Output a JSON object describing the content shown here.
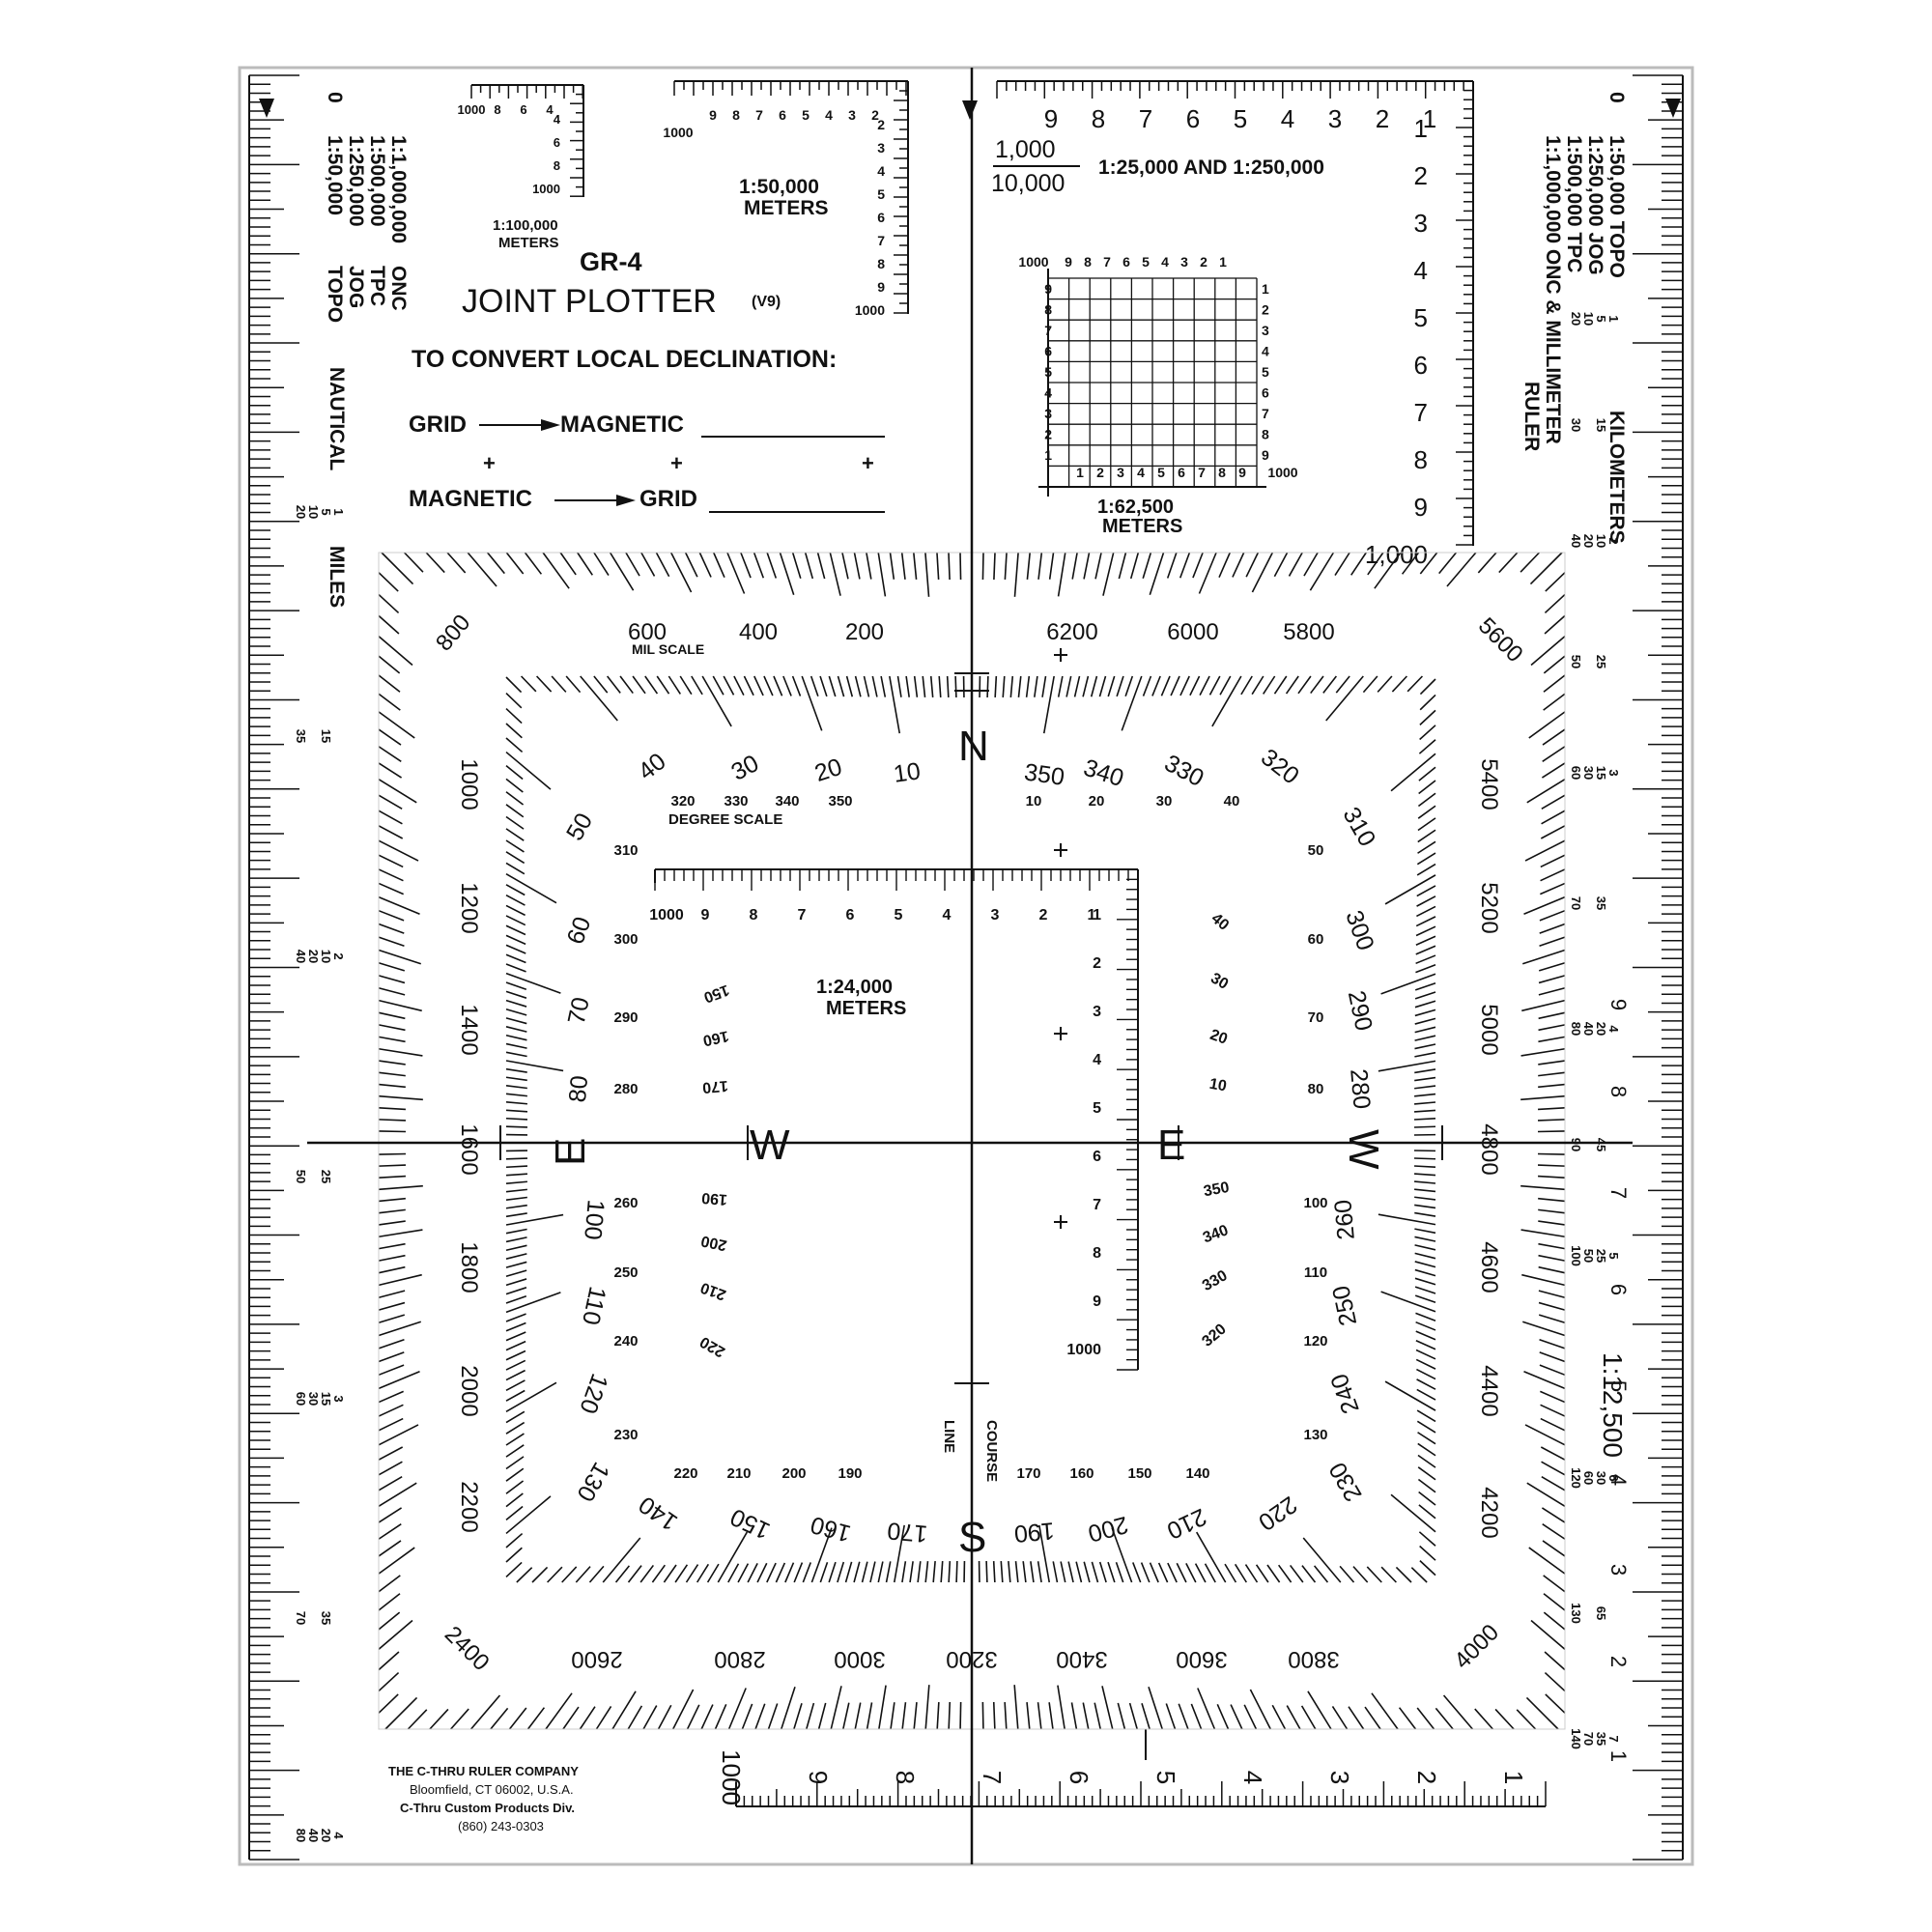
{
  "product": {
    "model": "GR-4",
    "name": "JOINT PLOTTER",
    "version": "(V9)",
    "instruction": "TO CONVERT LOCAL DECLINATION:",
    "grid_to_magnetic": "GRID",
    "magnetic_word": "MAGNETIC",
    "magnetic_to_grid": "MAGNETIC",
    "grid_word": "GRID",
    "plus": "+"
  },
  "maker": {
    "company": "THE C-THRU RULER COMPANY",
    "address": "Bloomfield, CT 06002, U.S.A.",
    "division": "C-Thru Custom Products Div.",
    "phone": "(860) 243-0303"
  },
  "left_edge": {
    "scale_lines": [
      "1:50,000",
      "1:250,000",
      "1:500,000",
      "1:1,000,000"
    ],
    "scale_types": [
      "TOPO",
      "JOG",
      "TPC",
      "ONC"
    ],
    "zero": "0",
    "nautical": "NAUTICAL",
    "miles": "MILES",
    "marks": [
      {
        "a": "1",
        "b": "5",
        "c": "10",
        "d": "20"
      },
      {
        "a": "",
        "b": "15",
        "c": "",
        "d": "35"
      },
      {
        "a": "2",
        "b": "10",
        "c": "20",
        "d": "40"
      },
      {
        "a": "",
        "b": "25",
        "c": "",
        "d": "50"
      },
      {
        "a": "3",
        "b": "15",
        "c": "30",
        "d": "60"
      },
      {
        "a": "",
        "b": "35",
        "c": "",
        "d": "70"
      },
      {
        "a": "4",
        "b": "20",
        "c": "40",
        "d": "80"
      }
    ]
  },
  "right_edge": {
    "scale_lines": [
      "1:50,000 TOPO",
      "1:250,000 JOG",
      "1:500,000 TPC",
      "1:1,000,000 ONC & MILLIMETER"
    ],
    "ruler_word": "RULER",
    "kilometers": "KILOMETERS",
    "zero": "0",
    "scale_12500": "1:12,500",
    "marks": [
      {
        "a": "1",
        "b": "5",
        "c": "10",
        "d": "20"
      },
      {
        "a": "",
        "b": "15",
        "c": "",
        "d": "30"
      },
      {
        "a": "2",
        "b": "10",
        "c": "20",
        "d": "40"
      },
      {
        "a": "",
        "b": "25",
        "c": "",
        "d": "50"
      },
      {
        "a": "3",
        "b": "15",
        "c": "30",
        "d": "60"
      },
      {
        "a": "",
        "b": "35",
        "c": "",
        "d": "70"
      },
      {
        "a": "4",
        "b": "20",
        "c": "40",
        "d": "80"
      },
      {
        "a": "",
        "b": "45",
        "c": "",
        "d": "90"
      },
      {
        "a": "5",
        "b": "25",
        "c": "50",
        "d": "100"
      },
      {
        "a": "6",
        "b": "30",
        "c": "60",
        "d": "120"
      },
      {
        "a": "",
        "b": "65",
        "c": "",
        "d": "130"
      },
      {
        "a": "7",
        "b": "35",
        "c": "70",
        "d": "140"
      }
    ],
    "digits": [
      "9",
      "8",
      "7",
      "6",
      "5",
      "4",
      "3",
      "2",
      "1"
    ]
  },
  "top_left_scales": {
    "s100k_top": [
      "1000",
      "8",
      "6",
      "4"
    ],
    "s100k_side": [
      "4",
      "6",
      "8",
      "1000"
    ],
    "s100k_label": "1:100,000",
    "s100k_unit": "METERS",
    "s50k_top": [
      "1000",
      "9",
      "8",
      "7",
      "6",
      "5",
      "4",
      "3",
      "2"
    ],
    "s50k_side": [
      "2",
      "3",
      "4",
      "5",
      "6",
      "7",
      "8",
      "9",
      "1000"
    ],
    "s50k_label": "1:50,000",
    "s50k_unit": "METERS"
  },
  "top_right_scale": {
    "top_digits": [
      "9",
      "8",
      "7",
      "6",
      "5",
      "4",
      "3",
      "2",
      "1"
    ],
    "side_digits": [
      "1",
      "2",
      "3",
      "4",
      "5",
      "6",
      "7",
      "8",
      "9",
      "1,000"
    ],
    "fraction_top": "1,000",
    "fraction_bottom": "10,000",
    "label": "1:25,000 AND 1:250,000",
    "grid_top": [
      "1000",
      "9",
      "8",
      "7",
      "6",
      "5",
      "4",
      "3",
      "2",
      "1"
    ],
    "grid_bottom": [
      "1",
      "2",
      "3",
      "4",
      "5",
      "6",
      "7",
      "8",
      "9",
      "1000"
    ],
    "grid_left": [
      "9",
      "8",
      "7",
      "6",
      "5",
      "4",
      "3",
      "2",
      "1"
    ],
    "grid_right": [
      "1",
      "2",
      "3",
      "4",
      "5",
      "6",
      "7",
      "8",
      "9"
    ],
    "grid_label": "1:62,500",
    "grid_unit": "METERS"
  },
  "mil_scale": {
    "label": "MIL SCALE",
    "top_left": [
      "800",
      "600",
      "400",
      "200"
    ],
    "top_right": [
      "6200",
      "6000",
      "5800",
      "5600"
    ],
    "left": [
      "1000",
      "1200",
      "1400",
      "1600",
      "1800",
      "2000",
      "2200",
      "2400"
    ],
    "right": [
      "5400",
      "5200",
      "5000",
      "4800",
      "4600",
      "4400",
      "4200",
      "4000"
    ],
    "bottom": [
      "2600",
      "2800",
      "3000",
      "3200",
      "3400",
      "3600",
      "3800"
    ]
  },
  "degree_scale": {
    "label": "DEGREE SCALE",
    "top_large": [
      "40",
      "30",
      "20",
      "10",
      "350",
      "340",
      "330",
      "320"
    ],
    "top_small": [
      "320",
      "330",
      "340",
      "350",
      "10",
      "20",
      "30",
      "40"
    ],
    "left_large": [
      "50",
      "60",
      "70",
      "80",
      "100",
      "110",
      "120",
      "130"
    ],
    "left_small": [
      "310",
      "300",
      "290",
      "280",
      "260",
      "250",
      "240",
      "230"
    ],
    "right_large": [
      "310",
      "300",
      "290",
      "280",
      "260",
      "250",
      "240",
      "230"
    ],
    "right_small": [
      "50",
      "60",
      "70",
      "80",
      "100",
      "110",
      "120",
      "130"
    ],
    "bottom_large": [
      "140",
      "150",
      "160",
      "170",
      "190",
      "200",
      "210",
      "220"
    ],
    "bottom_small": [
      "220",
      "210",
      "200",
      "190",
      "170",
      "160",
      "150",
      "140"
    ],
    "inner_left": [
      "150",
      "160",
      "170",
      "190",
      "200",
      "210",
      "220"
    ],
    "inner_right": [
      "40",
      "30",
      "20",
      "10",
      "350",
      "340",
      "330",
      "320"
    ],
    "course_line": "COURSE",
    "line_word": "LINE"
  },
  "compass": {
    "north": "N",
    "south": "S",
    "east": "E",
    "west": "W"
  },
  "inner_scale": {
    "label": "1:24,000",
    "unit": "METERS",
    "top": [
      "1000",
      "9",
      "8",
      "7",
      "6",
      "5",
      "4",
      "3",
      "2",
      "1"
    ],
    "side": [
      "1",
      "2",
      "3",
      "4",
      "5",
      "6",
      "7",
      "8",
      "9",
      "1000"
    ]
  },
  "bottom_ruler": {
    "digits": [
      "1000",
      "9",
      "8",
      "7",
      "6",
      "5",
      "4",
      "3",
      "2",
      "1"
    ]
  }
}
